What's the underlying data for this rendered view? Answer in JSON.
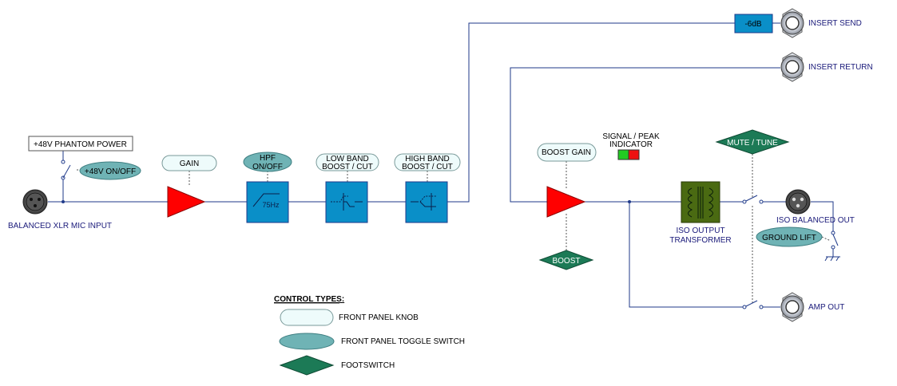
{
  "colors": {
    "wire": "#1f3a8a",
    "module_fill": "#0a8fc8",
    "amp_fill": "#ff0000",
    "knob_fill": "#eefbfb",
    "toggle_fill": "#6fb3b5",
    "footswitch_fill": "#1c7a56",
    "transformer_fill": "#4a6a12",
    "led_green": "#22cc22",
    "led_red": "#ee1111"
  },
  "labels": {
    "mic_input": "BALANCED XLR MIC INPUT",
    "phantom_power": "+48V PHANTOM POWER",
    "phantom_toggle": "+48V ON/OFF",
    "gain": "GAIN",
    "hpf_line1": "HPF",
    "hpf_line2": "ON/OFF",
    "hpf_freq": "75Hz",
    "low_band_line1": "LOW BAND",
    "low_band_line2": "BOOST / CUT",
    "high_band_line1": "HIGH BAND",
    "high_band_line2": "BOOST / CUT",
    "pad": "-6dB",
    "insert_send": "INSERT SEND",
    "insert_return": "INSERT RETURN",
    "boost_gain": "BOOST GAIN",
    "boost": "BOOST",
    "signal_peak_line1": "SIGNAL / PEAK",
    "signal_peak_line2": "INDICATOR",
    "mute_tune": "MUTE / TUNE",
    "iso_transformer_line1": "ISO OUTPUT",
    "iso_transformer_line2": "TRANSFORMER",
    "iso_balanced_out": "ISO BALANCED OUT",
    "ground_lift": "GROUND LIFT",
    "amp_out": "AMP OUT"
  },
  "legend": {
    "title": "CONTROL TYPES:",
    "items": [
      {
        "shape": "knob",
        "label": "FRONT PANEL KNOB"
      },
      {
        "shape": "toggle",
        "label": "FRONT PANEL TOGGLE SWITCH"
      },
      {
        "shape": "footswitch",
        "label": "FOOTSWITCH"
      }
    ]
  },
  "icons": [
    "xlr-female-icon",
    "jack-icon",
    "amplifier-triangle-icon",
    "switch-icon",
    "transformer-icon",
    "led-icon",
    "ground-icon"
  ]
}
